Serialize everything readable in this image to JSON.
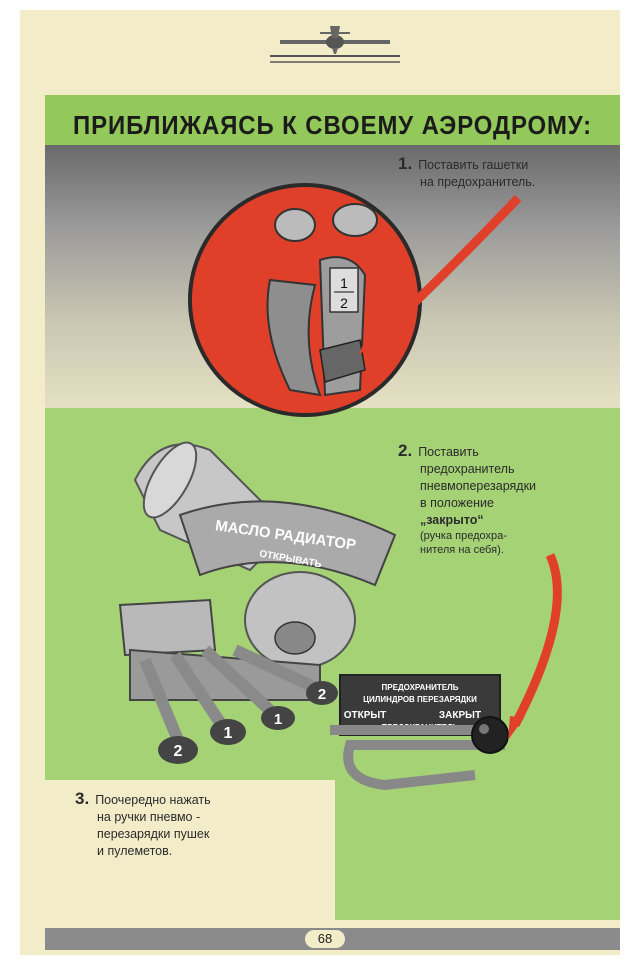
{
  "title": "ПРИБЛИЖАЯСЬ К СВОЕМУ АЭРОДРОМУ:",
  "step1": {
    "number": "1.",
    "line1": "Поставить гашетки",
    "line2": "на предохранитель."
  },
  "step2": {
    "number": "2.",
    "line1": "Поставить",
    "line2": "предохранитель",
    "line3": "пневмоперезарядки",
    "line4": "в положение",
    "line5": "„закрыто“",
    "note1": "(ручка предохра-",
    "note2": "нителя на себя)."
  },
  "step3": {
    "number": "3.",
    "line1": "Поочередно нажать",
    "line2": "на ручки пневмо -",
    "line3": "перезарядки пушек",
    "line4": "и пулеметов."
  },
  "illustrations": {
    "trigger_labels": [
      "1",
      "2"
    ],
    "radiator_dial_title": "МАСЛО РАДИАТОР",
    "radiator_dial_sub": "ОТКРЫВАТЬ",
    "plate_line1": "ПРЕДОХРАНИТЕЛЬ",
    "plate_line2": "ЦИЛИНДРОВ ПЕРЕЗАРЯДКИ",
    "plate_open": "ОТКРЫТ",
    "plate_closed": "ЗАКРЫТ",
    "plate_line4": "ПРЕДОХРАНИТЕЛЬ",
    "handle_labels": [
      "2",
      "1",
      "1",
      "2"
    ]
  },
  "page_number": "68",
  "colors": {
    "paper": "#f2ecc9",
    "green": "#93c95a",
    "red": "#e0402a",
    "gray": "#8b8b8b"
  }
}
